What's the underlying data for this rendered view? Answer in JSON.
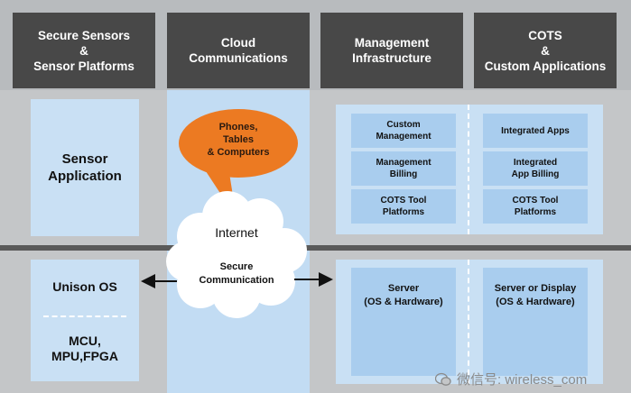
{
  "headers": [
    {
      "id": "secure-sensors",
      "label": "Secure Sensors\n&\nSensor Platforms"
    },
    {
      "id": "cloud",
      "label": "Cloud\nCommunications"
    },
    {
      "id": "management",
      "label": "Management\nInfrastructure"
    },
    {
      "id": "cots",
      "label": "COTS\n&\nCustom Applications"
    }
  ],
  "sensor_application": "Sensor\nApplication",
  "unison_os": "Unison OS",
  "mcu": "MCU,\nMPU,FPGA",
  "callout": "Phones,\nTables\n& Computers",
  "internet": "Internet",
  "secure_comm": "Secure\nCommunication",
  "management_cells": [
    "Custom\nManagement",
    "Management\nBilling",
    "COTS Tool\nPlatforms"
  ],
  "apps_cells": [
    "Integrated Apps",
    "Integrated\nApp Billing",
    "COTS Tool\nPlatforms"
  ],
  "server": "Server\n(OS & Hardware)",
  "server_display": "Server or Display\n(OS & Hardware)",
  "watermark": "微信号: wireless_com",
  "colors": {
    "header_bg": "#484848",
    "panel": "#c9e0f4",
    "cell": "#a9cdee",
    "callout": "#ec7a22",
    "cloud": "#ffffff"
  }
}
